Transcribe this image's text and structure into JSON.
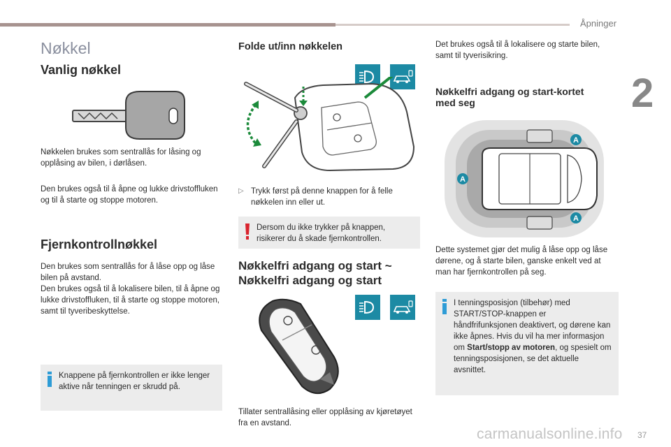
{
  "header": {
    "chapter_title": "Åpninger",
    "chapter_number": "2",
    "page_number": "37",
    "watermark": "carmanualsonline.info"
  },
  "col1": {
    "page_title": "Nøkkel",
    "sec1_title": "Vanlig nøkkel",
    "sec1_p1": "Nøkkelen brukes som sentrallås for låsing og opplåsing av bilen, i dørlåsen.",
    "sec1_p2": "Den brukes også til å åpne og lukke drivstoffluken og til å starte og stoppe motoren.",
    "sec2_title": "Fjernkontrollnøkkel",
    "sec2_p1": "Den brukes som sentrallås for å låse opp og låse bilen på avstand.",
    "sec2_p2": "Den brukes også til å lokalisere bilen, til å åpne og lukke drivstoffluken, til å starte og stoppe motoren, samt til tyveribeskyttelse.",
    "note": "Knappene på fjernkontrollen er ikke lenger aktive når tenningen er skrudd på."
  },
  "col2": {
    "sec_title": "Folde ut/inn nøkkelen",
    "bullet": "Trykk først på denne knappen for å felle nøkkelen inn eller ut.",
    "warning": "Dersom du ikke trykker på knappen, risikerer du å skade fjernkontrollen.",
    "sec2_title_line1": "Nøkkelfri adgang og start ~",
    "sec2_title_line2": "Nøkkelfri adgang og start",
    "sec2_p1": "Tillater sentrallåsing eller opplåsing av kjøretøyet fra en avstand."
  },
  "col3": {
    "intro": "Det brukes også til å lokalisere og starte bilen, samt til tyverisikring.",
    "sec_title_line1": "Nøkkelfri adgang og start-kortet",
    "sec_title_line2": "med seg",
    "p1": "Dette systemet gjør det mulig å låse opp og låse dørene, og å starte bilen, ganske enkelt ved at man har fjernkontrollen på seg.",
    "note_part1": "I tenningsposisjon (tilbehør) med START/STOP-knappen er håndfrifunksjonen deaktivert, og dørene kan ikke åpnes. Hvis du vil ha mer informasjon om ",
    "note_bold": "Start/stopp av motoren",
    "note_part2": ", og spesielt om tenningsposisjonen, se det aktuelle avsnittet.",
    "zone_label": "A"
  },
  "colors": {
    "accent_teal": "#1c8aa4",
    "warning_red": "#d9232d",
    "info_blue": "#2e9cd6",
    "arrow_green": "#1b8a3a"
  }
}
